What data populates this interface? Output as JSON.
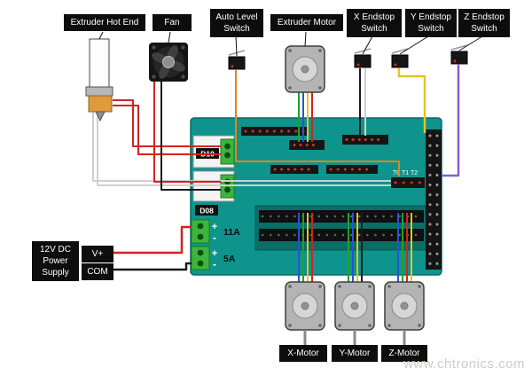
{
  "labels": {
    "extruder_hot_end": "Extruder Hot End",
    "fan": "Fan",
    "auto_level_switch": "Auto Level Switch",
    "extruder_motor": "Extruder Motor",
    "x_endstop_switch": "X Endstop Switch",
    "y_endstop_switch": "Y Endstop Switch",
    "z_endstop_switch": "Z Endstop Switch",
    "power_supply": "12V DC Power Supply",
    "v_plus": "V+",
    "com": "COM",
    "x_motor": "X-Motor",
    "y_motor": "Y-Motor",
    "z_motor": "Z-Motor"
  },
  "board": {
    "d10": "D10",
    "d08": "D08",
    "rating_11a": "11A",
    "rating_5a": "5A",
    "plus": "+",
    "minus": "-",
    "thermistor_labels": "T0 T1 T2"
  },
  "watermark": "www.chtronics.com",
  "colors": {
    "board": "#0e948c",
    "driver_area": "#0a6e66",
    "wire_red": "#d42222",
    "wire_black": "#1a1a1a",
    "wire_white": "#cfcfcf",
    "wire_orange": "#e8821a",
    "wire_yellow": "#e3c51f",
    "wire_green": "#1fa32a",
    "wire_blue": "#2753d8",
    "wire_purple": "#8a5ad1",
    "terminal_green": "#3db53d"
  }
}
